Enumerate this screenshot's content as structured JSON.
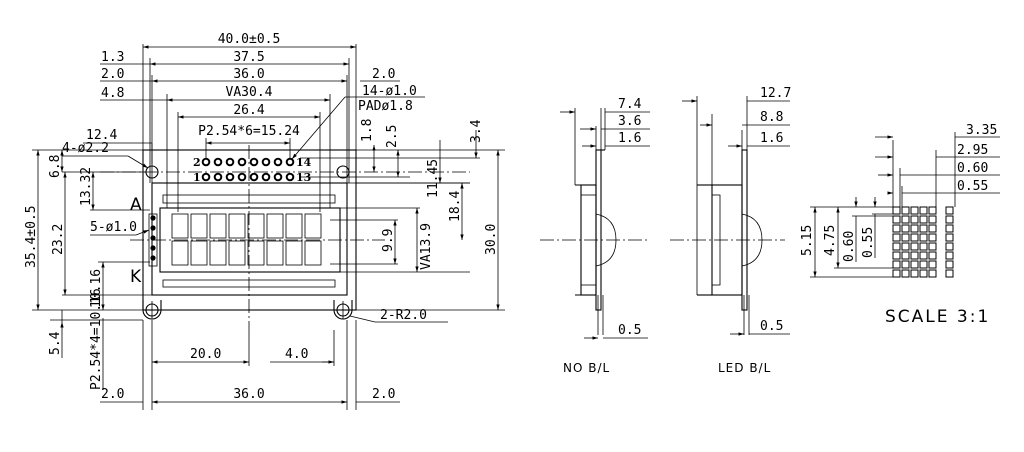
{
  "front_view": {
    "overall_width": "40.0±0.5",
    "pcb_width": "37.5",
    "view_width": "36.0",
    "va_width": "VA30.4",
    "aa_width": "26.4",
    "edge_left_1": "1.3",
    "edge_left_2": "2.0",
    "edge_left_3": "4.8",
    "edge_right_2": "2.0",
    "hole_offset": "12.4",
    "mount_holes": "4-ø2.2",
    "pin_holes": "14-ø1.0",
    "pad": "PADø1.8",
    "pin_pitch": "P2.54*6=15.24",
    "pin_1_8": "1.8",
    "pin_2_5": "2.5",
    "pin_3_4": "3.4",
    "overall_height": "35.4±0.5",
    "h_6_8": "6.8",
    "h_13_32": "13.32",
    "h_23_2": "23.2",
    "h_11_45": "11.45",
    "h_18_4": "18.4",
    "h_30_0": "30.0",
    "h_9_9": "9.9",
    "va_height": "VA13.9",
    "led_holes": "5-ø1.0",
    "led_a": "A",
    "led_k": "K",
    "h_10_16": "10.16",
    "h_5_4": "5.4",
    "led_pitch": "P2.54*4=10.16",
    "d_20_0": "20.0",
    "d_4_0": "4.0",
    "bottom_width": "36.0",
    "bottom_left": "2.0",
    "bottom_right": "2.0",
    "corner_radius": "2-R2.0",
    "pin_2": "2",
    "pin_14": "14",
    "pin_1": "1",
    "pin_13": "13"
  },
  "side_views": {
    "no_bl": {
      "label": "NO B/L",
      "d1": "7.4",
      "d2": "3.6",
      "d3": "1.6",
      "d4": "0.5"
    },
    "led_bl": {
      "label": "LED B/L",
      "d1": "12.7",
      "d2": "8.8",
      "d3": "1.6",
      "d4": "0.5"
    }
  },
  "detail": {
    "w1": "3.35",
    "w2": "2.95",
    "w3": "0.60",
    "w4": "0.55",
    "h1": "5.15",
    "h2": "4.75",
    "h3": "0.60",
    "h4": "0.55",
    "scale": "SCALE 3:1"
  }
}
